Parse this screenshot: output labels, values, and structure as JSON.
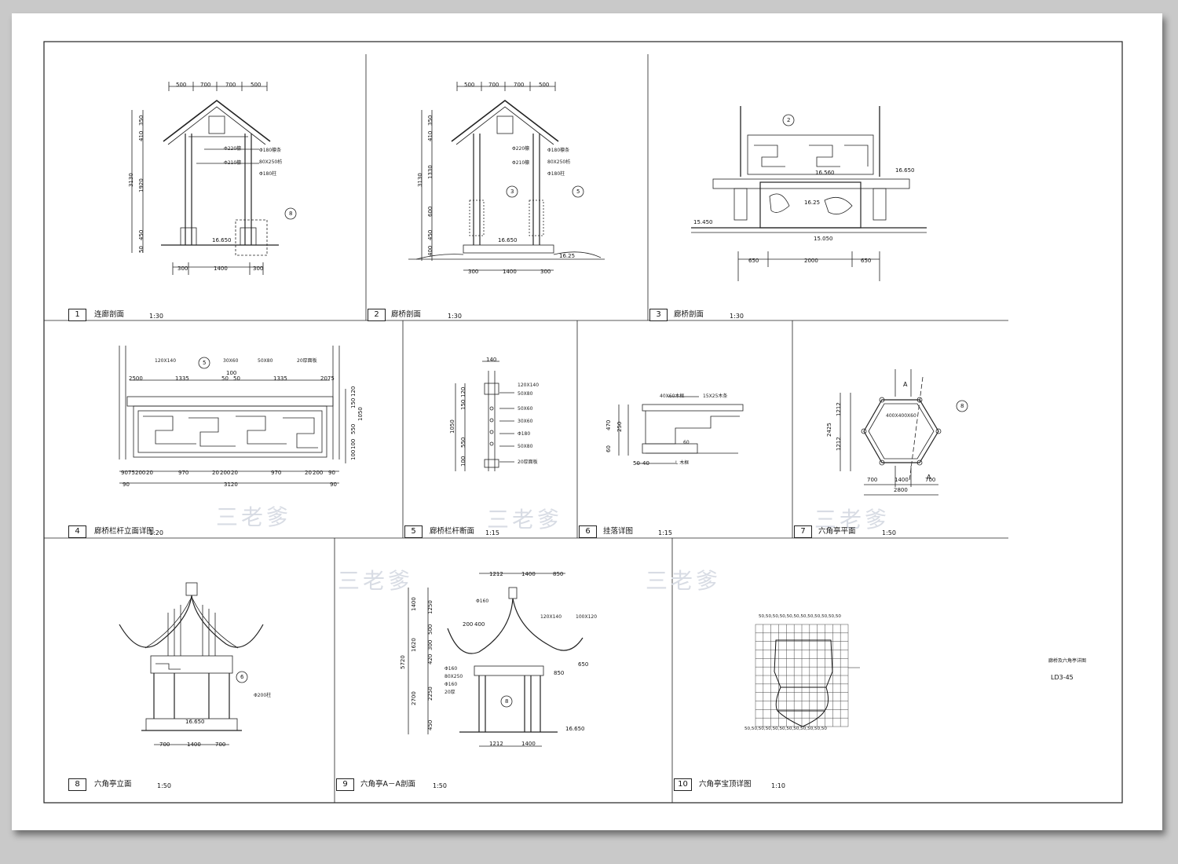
{
  "sheet": {
    "drawing_number": "LD3-45",
    "sheet_note": "廊桥及六角亭详图"
  },
  "watermarks": [
    "三老爹",
    "三老爹",
    "三老爹",
    "三老爹",
    "三老爹"
  ],
  "panels": [
    {
      "index": "1",
      "title": "连廊剖面",
      "scale": "1:30",
      "dims_top": [
        "500",
        "700",
        "700",
        "500"
      ],
      "dims_bottom": [
        "300",
        "1400",
        "300"
      ],
      "dims_left": [
        "350",
        "410",
        "1920",
        "3130",
        "450",
        "50"
      ],
      "notes": [
        "Φ220檩",
        "Φ210檩",
        "Φ180檩条",
        "80X250枋",
        "Φ180柱",
        "16.650"
      ],
      "callout": "8"
    },
    {
      "index": "2",
      "title": "廊桥剖面",
      "scale": "1:30",
      "dims_top": [
        "500",
        "700",
        "700",
        "500"
      ],
      "dims_bottom": [
        "300",
        "1400",
        "300"
      ],
      "dims_left": [
        "350",
        "410",
        "1330",
        "3130",
        "600",
        "450",
        "400"
      ],
      "notes": [
        "Φ220檩",
        "Φ210檩",
        "Φ180檩条",
        "80X250枋",
        "Φ180柱",
        "16.650",
        "16.25"
      ],
      "callouts": [
        "3",
        "5"
      ]
    },
    {
      "index": "3",
      "title": "廊桥剖面",
      "scale": "1:30",
      "dims_bottom": [
        "650",
        "2000",
        "650"
      ],
      "levels": [
        "16.560",
        "16.650",
        "16.25",
        "15.450",
        "15.050"
      ],
      "callout": "2"
    },
    {
      "index": "4",
      "title": "廊桥栏杆立面详图",
      "scale": "1:20",
      "dims_top": [
        "120X140",
        "30X60",
        "50X80",
        "20厚面板"
      ],
      "dims_row": [
        "2500",
        "1335",
        "100",
        "50",
        "50",
        "1335",
        "2075"
      ],
      "dims_right": [
        "120",
        "150",
        "550",
        "1050",
        "100",
        "100"
      ],
      "dims_bottom": [
        "90",
        "75",
        "200",
        "20",
        "970",
        "20",
        "200",
        "20",
        "970",
        "20",
        "200",
        "90"
      ],
      "dims_total": [
        "90",
        "3120",
        "90"
      ],
      "callout": "5"
    },
    {
      "index": "5",
      "title": "廊桥栏杆断面",
      "scale": "1:15",
      "dims_top": [
        "140"
      ],
      "notes": [
        "120X140",
        "50X80",
        "50X60",
        "30X60",
        "Φ180",
        "50X80",
        "20厚面板"
      ],
      "dims_left": [
        "120",
        "150",
        "1050",
        "550",
        "100"
      ]
    },
    {
      "index": "6",
      "title": "挂落详图",
      "scale": "1:15",
      "notes": [
        "40X60木框",
        "15X25木条",
        "L 木框",
        "60"
      ],
      "dims_left": [
        "470",
        "250",
        "60"
      ],
      "dims_bottom": [
        "50",
        "40"
      ]
    },
    {
      "index": "7",
      "title": "六角亭平面",
      "scale": "1:50",
      "dims_left": [
        "1212",
        "2425",
        "1212"
      ],
      "dims_bottom": [
        "700",
        "1400",
        "700"
      ],
      "dims_total": [
        "2800"
      ],
      "notes": [
        "400X400X60",
        "A",
        "A"
      ],
      "callout": "8"
    },
    {
      "index": "8",
      "title": "六角亭立面",
      "scale": "1:50",
      "dims_bottom": [
        "700",
        "1400",
        "700"
      ],
      "notes": [
        "16.650",
        "Φ200柱"
      ],
      "callout": "6"
    },
    {
      "index": "9",
      "title": "六角亭A－A剖面",
      "scale": "1:50",
      "dims_top": [
        "1212",
        "1400",
        "850"
      ],
      "dims_bottom": [
        "1212",
        "1400"
      ],
      "dims_left": [
        "1400",
        "1250",
        "500",
        "300",
        "1620",
        "420",
        "5720",
        "2250",
        "2700",
        "450"
      ],
      "notes": [
        "Φ160",
        "120X140",
        "100X120",
        "200",
        "400",
        "650",
        "850",
        "Φ160",
        "80X250",
        "Φ160",
        "20厚",
        "16.650"
      ],
      "callout": "8"
    },
    {
      "index": "10",
      "title": "六角亭宝顶详图",
      "scale": "1:10",
      "grid_label": "50,50,50,50,50,50,50,50,50,50,50,50"
    }
  ]
}
